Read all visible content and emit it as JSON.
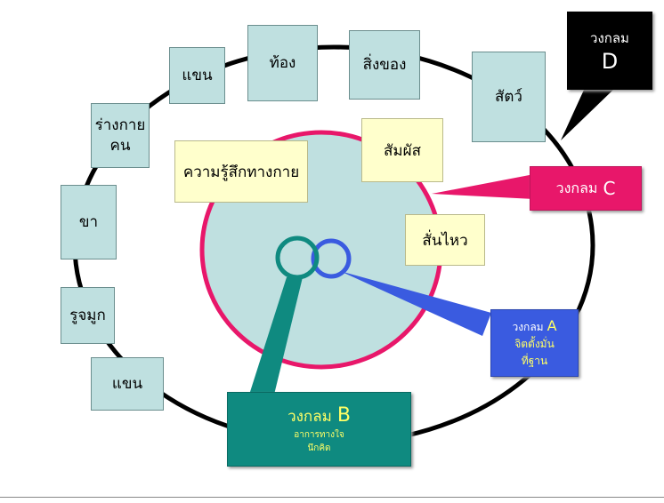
{
  "ring_items": {
    "arm_top": "แขน",
    "room": "ท้อง",
    "things": "สิ่งของ",
    "animal": "สัตว์",
    "body_line1": "ร่างกาย",
    "body_line2": "คน",
    "leg": "ขา",
    "nostril": "รูจมูก",
    "arm_bottom": "แขน"
  },
  "inner_items": {
    "body_feeling": "ความรู้สึกทางกาย",
    "touch": "สัมผัส",
    "tremble": "สั่นไหว"
  },
  "labels": {
    "d_title": "วงกลม",
    "d_letter": "D",
    "c_title": "วงกลม",
    "c_letter": "C",
    "a_title": "วงกลม",
    "a_letter": "A",
    "a_line2": "จิตตั้งมั่น",
    "a_line3": "ที่ฐาน",
    "b_title": "วงกลม",
    "b_letter": "B",
    "b_line2": "อาการทางใจ",
    "b_line3": "นึกคิด"
  },
  "colors": {
    "ring_d": "#000000",
    "circle_c": "#e8176a",
    "circle_c_fill": "#bfe0e0",
    "circle_a": "#3a5be0",
    "circle_b": "#0f8a80",
    "label_a_bg": "#3a5be0",
    "label_b_bg": "#0f8a80",
    "label_c_bg": "#e8176a",
    "label_d_bg": "#000000",
    "accent_text": "#ffff66"
  }
}
